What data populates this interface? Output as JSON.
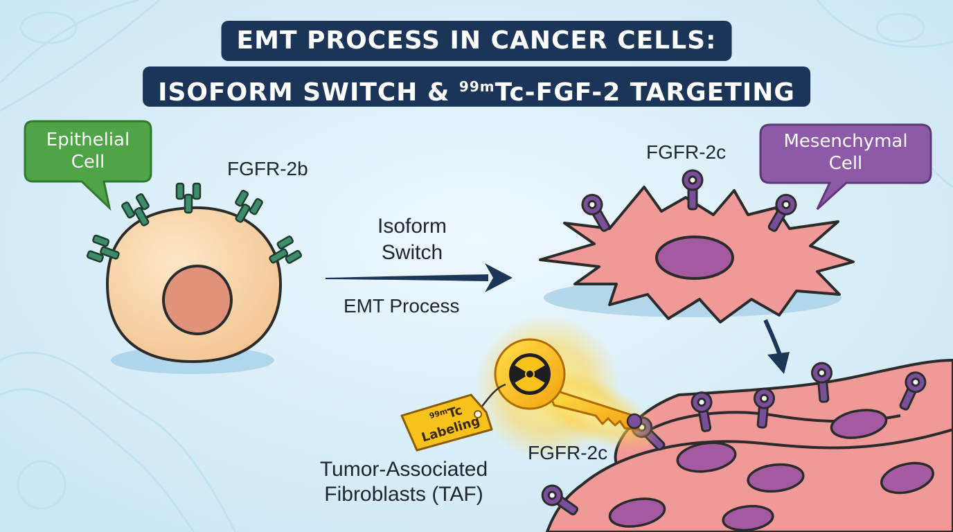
{
  "title": {
    "line1": "EMT PROCESS IN CANCER CELLS:",
    "line2_prefix": "ISOFORM SWITCH & ",
    "line2_sup": "99m",
    "line2_suffix": "Tc-FGF-2 TARGETING"
  },
  "epithelial_bubble": {
    "line1": "Epithelial",
    "line2": "Cell"
  },
  "mesenchymal_bubble": {
    "line1": "Mesenchymal",
    "line2": "Cell"
  },
  "receptor_labels": {
    "epithelial": "FGFR-2b",
    "mesenchymal": "FGFR-2c",
    "taf": "FGFR-2c"
  },
  "arrow": {
    "top_line1": "Isoform",
    "top_line2": "Switch",
    "bottom": "EMT Process"
  },
  "tag": {
    "sup": "99m",
    "line1_suffix": "Tc",
    "line2": "Labeling"
  },
  "taf_label": {
    "line1": "Tumor-Associated",
    "line2": "Fibroblasts (TAF)"
  },
  "colors": {
    "background": "#d9eef8",
    "title_bg": "#1a3558",
    "epithelial_green": "#4ea447",
    "mesenchymal_purple": "#8d5aa8",
    "receptor_purple": "#7a4f9a",
    "receptor_green": "#3e8c6a",
    "cell_peach": "#f8d3a8",
    "nucleus_peach": "#e0937a",
    "mesenchymal_pink": "#ef9a98",
    "nucleus_purple": "#a45aa0",
    "arrow_navy": "#1c3658",
    "key_yellow": "#f8c21c"
  }
}
